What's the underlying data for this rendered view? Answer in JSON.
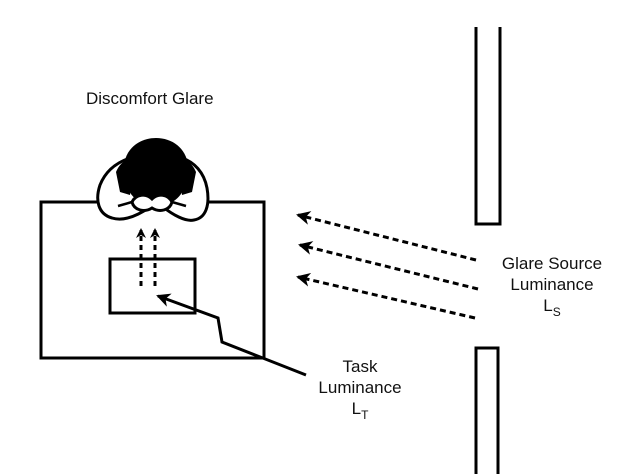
{
  "title": "Discomfort Glare",
  "task_label": {
    "line1": "Task",
    "line2": "Luminance",
    "symbol": "L",
    "subscript": "T"
  },
  "glare_label": {
    "line1": "Glare Source",
    "line2": "Luminance",
    "symbol": "L",
    "subscript": "S"
  },
  "colors": {
    "ink": "#000000",
    "background": "#ffffff"
  }
}
